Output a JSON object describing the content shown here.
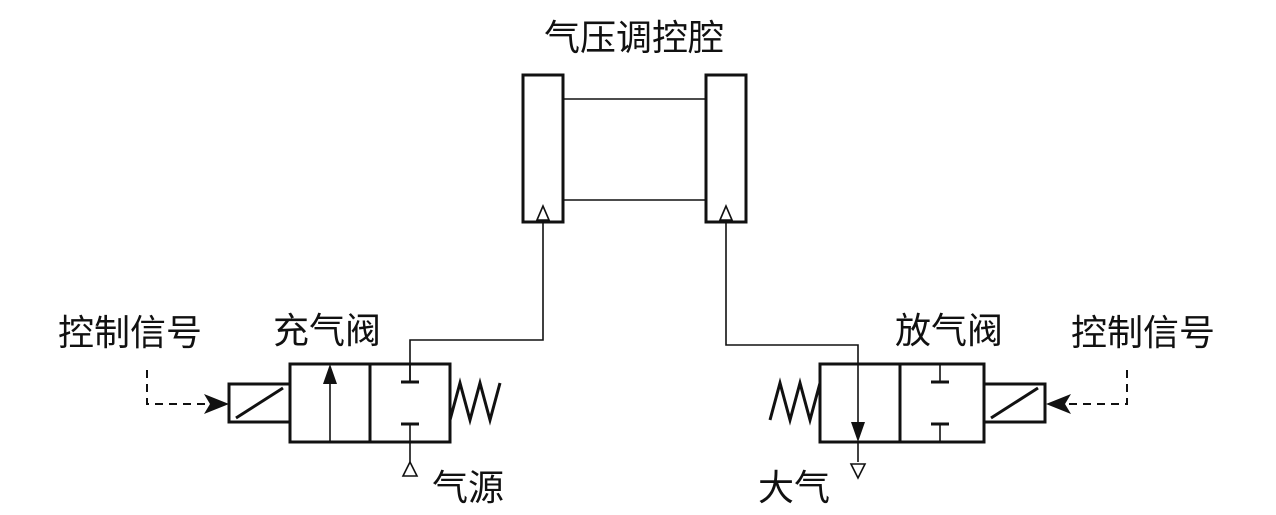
{
  "labels": {
    "chamber": "气压调控腔",
    "inlet_valve": "充气阀",
    "outlet_valve": "放气阀",
    "control_signal_left": "控制信号",
    "control_signal_right": "控制信号",
    "air_source": "气源",
    "atmosphere": "大气"
  }
}
